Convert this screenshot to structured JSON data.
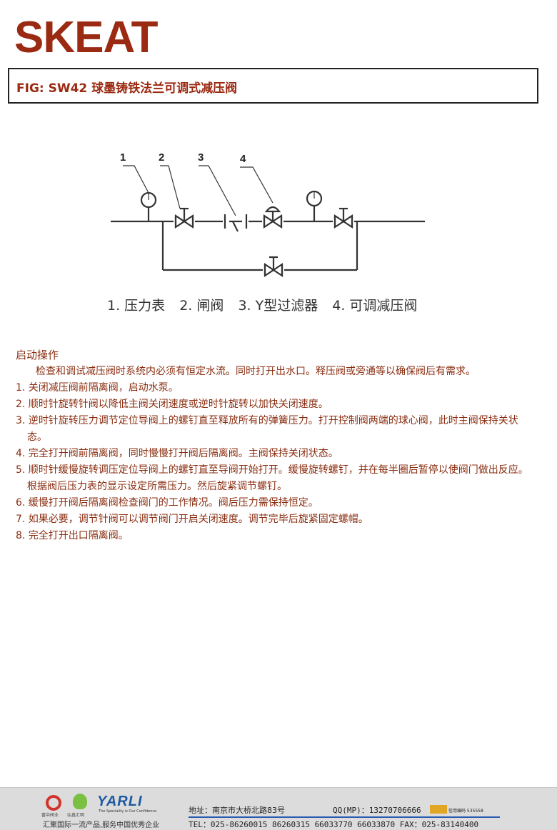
{
  "brand": "SKEAT",
  "title": "FIG: SW42  球墨铸铁法兰可调式减压阀",
  "diagram": {
    "callouts": [
      "1",
      "2",
      "3",
      "4"
    ],
    "legend": [
      "1. 压力表",
      "2. 闸阀",
      "3. Y型过滤器",
      "4. 可调减压阀"
    ]
  },
  "content": {
    "heading": "启动操作",
    "intro": "检查和调试减压阀时系统内必须有恒定水流。同时打开出水口。释压阀或旁通等以确保阀后有需求。",
    "steps": [
      "1. 关闭减压阀前隔离阀，启动水泵。",
      "2. 顺时针旋转针阀以降低主阀关闭速度或逆时针旋转以加快关闭速度。",
      "3. 逆时针旋转压力调节定位导阀上的螺钉直至释放所有的弹簧压力。打开控制阀两端的球心阀，此时主阀保持关状态。",
      "4. 完全打开阀前隔离阀，同时慢慢打开阀后隔离阀。主阀保持关闭状态。",
      "5. 顺时针缓慢旋转调压定位导阀上的螺钉直至导阀开始打开。缓慢旋转螺钉，并在每半圈后暂停以使阀门做出反应。根据阀后压力表的显示设定所需压力。然后旋紧调节螺钉。",
      "6. 缓慢打开阀后隔离阀检查阀门的工作情况。阀后压力需保持恒定。",
      "7. 如果必要，调节针阀可以调节阀门开启关闭速度。调节完毕后旋紧固定螺帽。",
      "8. 完全打开出口隔离阀。"
    ]
  },
  "footer": {
    "logo1_text": "富中阀业",
    "logo2_text": "弘鑫汇明",
    "logo3_text": "YARLI",
    "logo3_tagline": "The Speciality is Our Confidence",
    "slogan": "汇聚国际一流产品,服务中国优秀企业",
    "address": "地址：南京市大桥北路83号",
    "qq": "QQ(MP)：13270706666",
    "credit": "信用编码 535558",
    "contacts": "TEL：025-86260015 86260315 66033770 66033870  FAX：025-83140400",
    "colors": {
      "red": "#d0342c",
      "green": "#7ac043",
      "blue": "#1d5aa0"
    }
  }
}
